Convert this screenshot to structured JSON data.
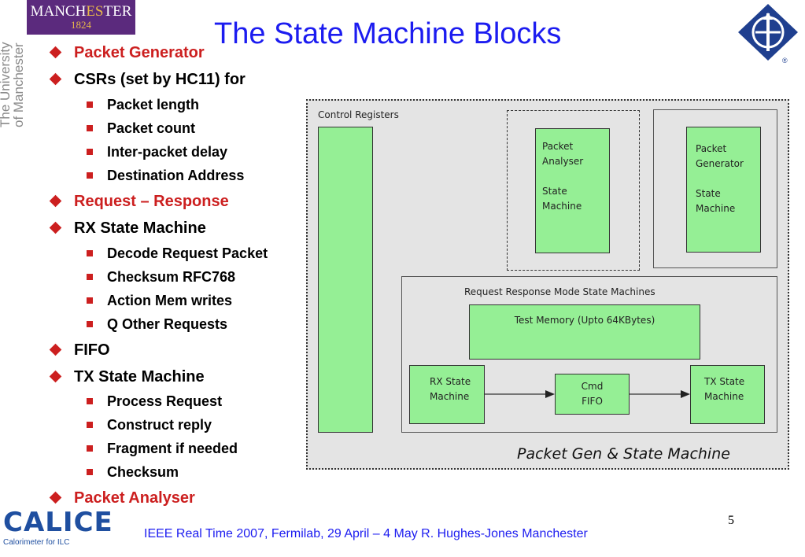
{
  "header": {
    "logo_text": {
      "part1": "MANCH",
      "part2": "ES",
      "part3": "TER",
      "year": "1824"
    },
    "university_vertical": [
      "The University",
      "of Manchester"
    ],
    "title": "The State Machine Blocks"
  },
  "bullets": [
    {
      "text": "Packet Generator",
      "level": 1,
      "highlight": true
    },
    {
      "text": "CSRs (set by HC11) for",
      "level": 1,
      "highlight": false
    },
    {
      "text": "Packet length",
      "level": 2
    },
    {
      "text": "Packet count",
      "level": 2
    },
    {
      "text": "Inter-packet delay",
      "level": 2
    },
    {
      "text": "Destination Address",
      "level": 2
    },
    {
      "text": "Request – Response",
      "level": 1,
      "highlight": true
    },
    {
      "text": "RX State Machine",
      "level": 1,
      "highlight": false
    },
    {
      "text": "Decode Request Packet",
      "level": 2
    },
    {
      "text": "Checksum RFC768",
      "level": 2
    },
    {
      "text": "Action Mem writes",
      "level": 2
    },
    {
      "text": "Q Other Requests",
      "level": 2
    },
    {
      "text": "FIFO",
      "level": 1,
      "highlight": false
    },
    {
      "text": "TX State Machine",
      "level": 1,
      "highlight": false
    },
    {
      "text": "Process Request",
      "level": 2
    },
    {
      "text": "Construct reply",
      "level": 2
    },
    {
      "text": "Fragment if needed",
      "level": 2
    },
    {
      "text": "Checksum",
      "level": 2
    },
    {
      "text": "Packet Analyser",
      "level": 1,
      "highlight": true
    }
  ],
  "diagram": {
    "control_registers": "Control Registers",
    "packet_analyser": [
      "Packet",
      "Analyser",
      "",
      "State",
      "Machine"
    ],
    "packet_generator": [
      "Packet",
      "Generator",
      "",
      "State",
      "Machine"
    ],
    "rr_title": "Request Response Mode State Machines",
    "test_memory": "Test Memory (Upto 64KBytes)",
    "rx_state": [
      "RX State",
      "Machine"
    ],
    "cmd_fifo": [
      "Cmd",
      "FIFO"
    ],
    "tx_state": [
      "TX State",
      "Machine"
    ],
    "caption": "Packet Gen & State Machine"
  },
  "footer": {
    "logo_text": "CALICE",
    "logo_sub": "Calorimeter for ILC",
    "text": "IEEE Real Time 2007, Fermilab, 29 April – 4 May  R. Hughes-Jones  Manchester",
    "page_number": "5"
  },
  "colors": {
    "title_blue": "#1c1cf0",
    "highlight_red": "#cc1f1f",
    "box_green": "#95ef95",
    "manchester_purple": "#5b2a7d",
    "ieee_blue": "#1f3f8f"
  }
}
